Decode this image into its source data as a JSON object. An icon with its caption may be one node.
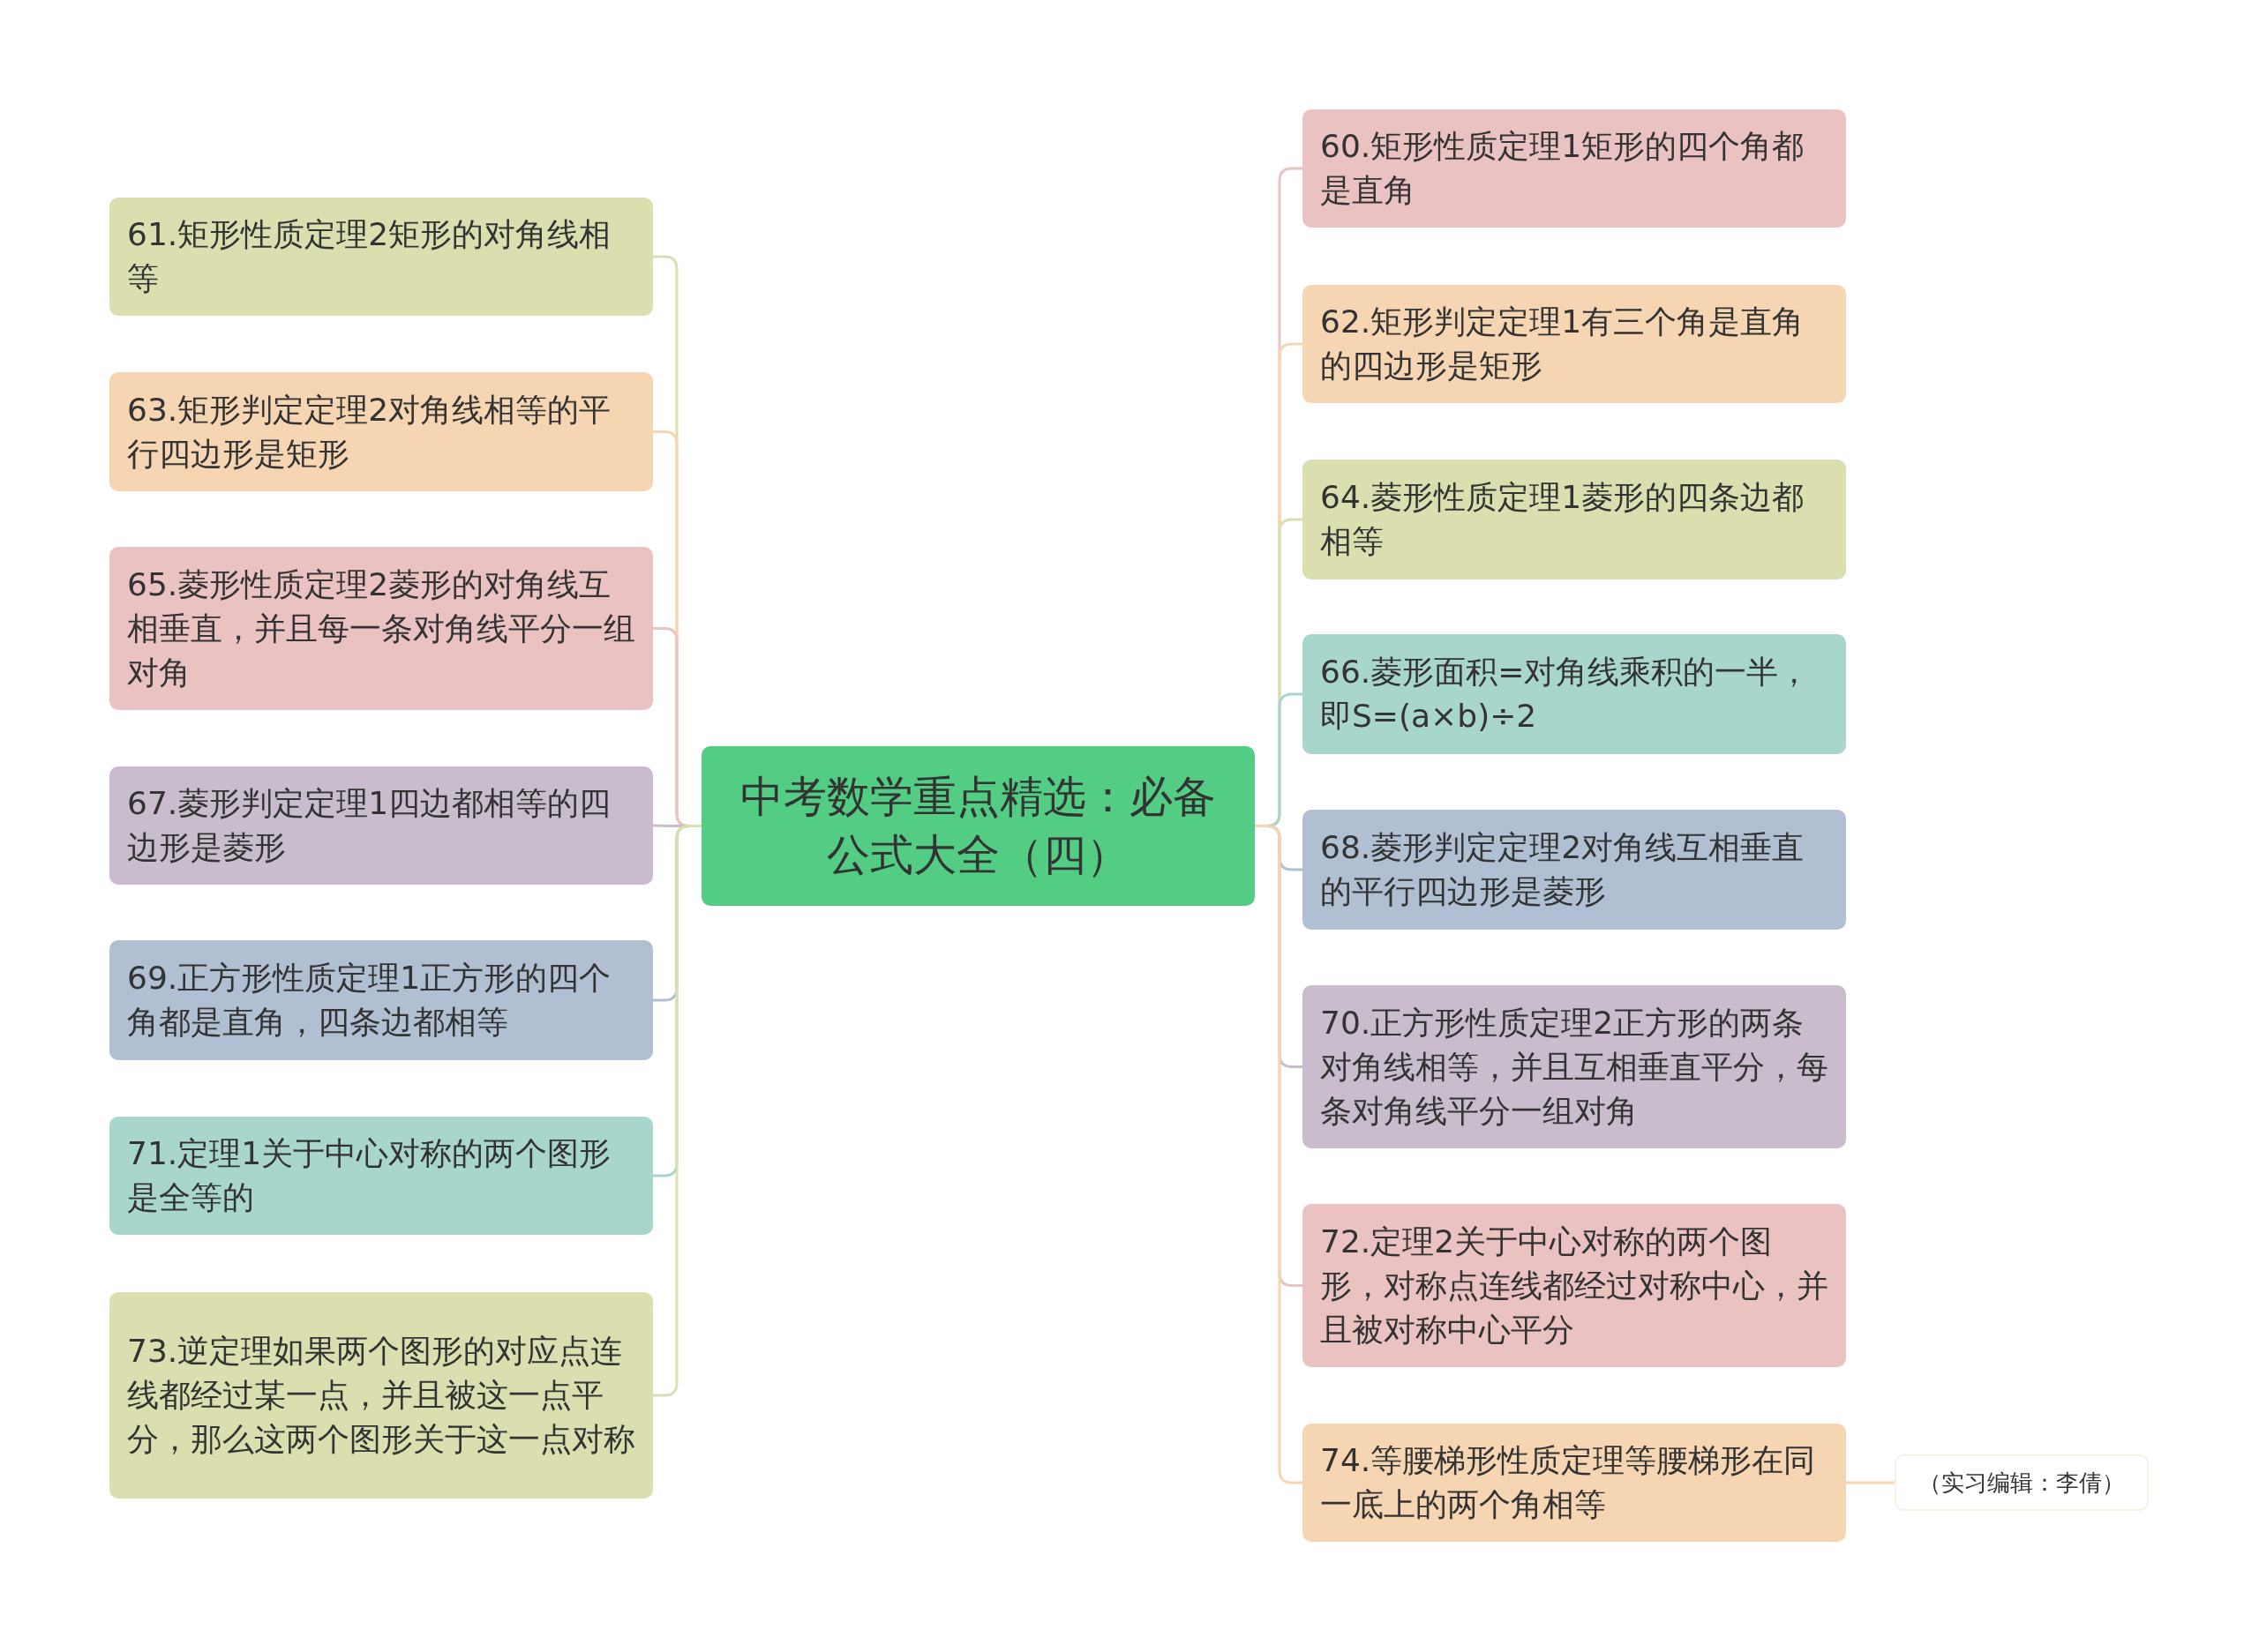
{
  "diagram": {
    "nodes": [
      {
        "text": [
          "中考数学重点精选：必备公式大全（四）"
        ]
      },
      {
        "text": [
          "61.矩形性质定理2矩形的对角线相等"
        ]
      },
      {
        "text": [
          "63.矩形判定定理2对角线相等的平行四边形是矩形"
        ]
      },
      {
        "text": [
          "65.菱形性质定理2菱形的对角线互相垂直，并且每一条对角线平分一组对角"
        ]
      },
      {
        "text": [
          "67.菱形判定定理1四边都相等的四边形是菱形"
        ]
      },
      {
        "text": [
          "69.正方形性质定理1正方形的四个角都是直角，四条边都相等"
        ]
      },
      {
        "text": [
          "71.定理1关于中心对称的两个图形是全等的"
        ]
      },
      {
        "text": [
          "73.逆定理如果两个图形的对应点连线都经过某一点，并且被这一点平分，那么这两个图形关于这一点对称"
        ]
      },
      {
        "text": [
          "60.矩形性质定理1矩形的四个角都是直角"
        ]
      },
      {
        "text": [
          "62.矩形判定定理1有三个角是直角的四边形是矩形"
        ]
      },
      {
        "text": [
          "64.菱形性质定理1菱形的四条边都相等"
        ]
      },
      {
        "text": [
          "66.菱形面积=对角线乘积的一半，即S=(a×b)÷2"
        ]
      },
      {
        "text": [
          "68.菱形判定定理2对角线互相垂直的平行四边形是菱形"
        ]
      },
      {
        "text": [
          "70.正方形性质定理2正方形的两条对角线相等，并且互相垂直平分，每条对角线平分一组对角"
        ]
      },
      {
        "text": [
          "72.定理2关于中心对称的两个图形，对称点连线都经过对称中心，并且被对称中心平分"
        ]
      },
      {
        "text": [
          "74.等腰梯形性质定理等腰梯形在同一底上的两个角相等"
        ]
      },
      {
        "text": [
          "（实习编辑：李倩）"
        ]
      }
    ],
    "edges": [
      {
        "from": 0,
        "to": 1,
        "arrow": "none",
        "color": "#dbdfb0"
      },
      {
        "from": 0,
        "to": 2,
        "arrow": "none",
        "color": "#f5d5b2"
      },
      {
        "from": 0,
        "to": 3,
        "arrow": "none",
        "color": "#eac2c2"
      },
      {
        "from": 0,
        "to": 4,
        "arrow": "none",
        "color": "#c9bccd"
      },
      {
        "from": 0,
        "to": 5,
        "arrow": "none",
        "color": "#b0bfd1"
      },
      {
        "from": 0,
        "to": 6,
        "arrow": "none",
        "color": "#a8d6cc"
      },
      {
        "from": 0,
        "to": 7,
        "arrow": "none",
        "color": "#dbdfb0"
      },
      {
        "from": 0,
        "to": 8,
        "arrow": "none",
        "color": "#eac2c2"
      },
      {
        "from": 0,
        "to": 9,
        "arrow": "none",
        "color": "#f5d5b2"
      },
      {
        "from": 0,
        "to": 10,
        "arrow": "none",
        "color": "#dbdfb0"
      },
      {
        "from": 0,
        "to": 11,
        "arrow": "none",
        "color": "#a8d6cc"
      },
      {
        "from": 0,
        "to": 12,
        "arrow": "none",
        "color": "#b0bfd1"
      },
      {
        "from": 0,
        "to": 13,
        "arrow": "none",
        "color": "#c9bccd"
      },
      {
        "from": 0,
        "to": 14,
        "arrow": "none",
        "color": "#eac2c2"
      },
      {
        "from": 0,
        "to": 15,
        "arrow": "none",
        "color": "#f5d5b2"
      },
      {
        "from": 15,
        "to": 16,
        "arrow": "none",
        "color": "#f5d5b2"
      }
    ]
  }
}
